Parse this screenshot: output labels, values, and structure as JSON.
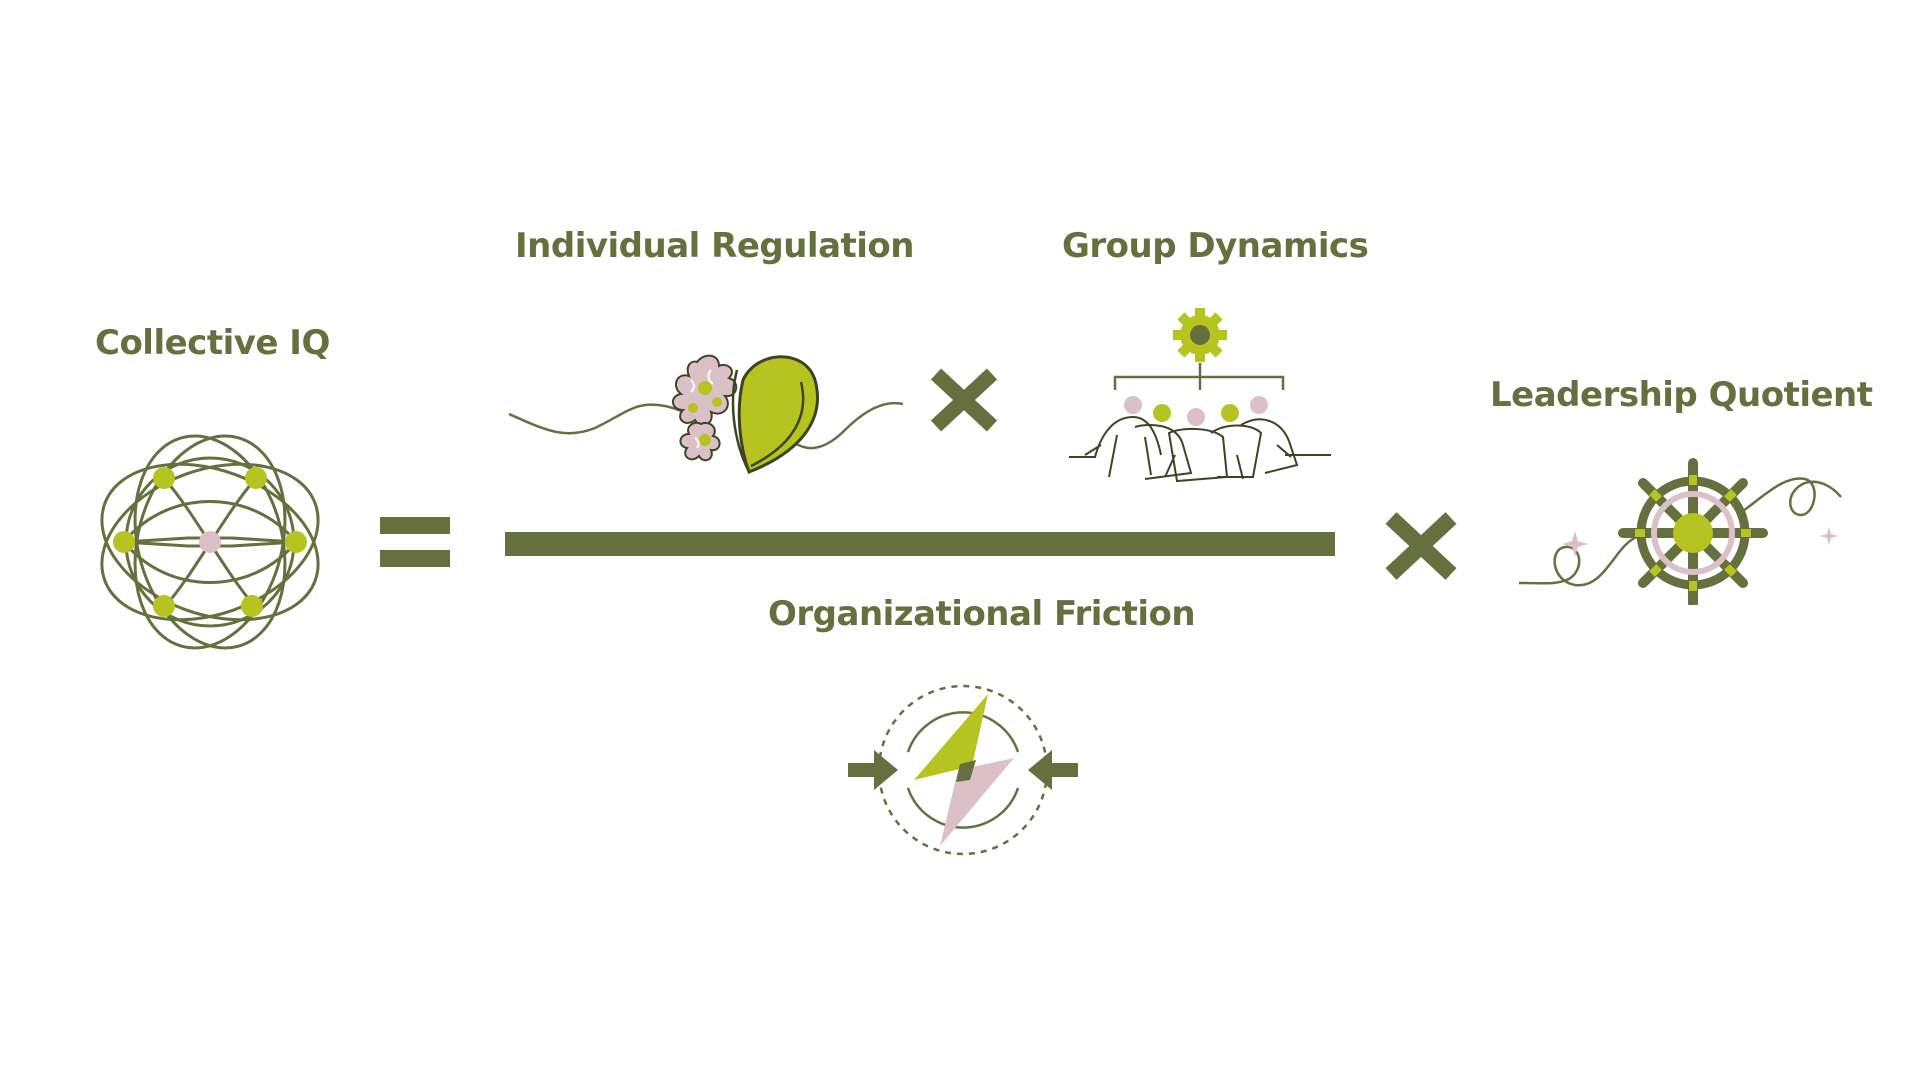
{
  "formula": {
    "result": {
      "label": "Collective IQ",
      "icon": "network-icon"
    },
    "operator_equals": "equals-icon",
    "numerator": [
      {
        "label": "Individual Regulation",
        "icon": "brain-heart-icon"
      },
      {
        "label": "Group Dynamics",
        "icon": "team-gear-icon"
      }
    ],
    "operator_multiply": "multiply-icon",
    "denominator": {
      "label": "Organizational Friction",
      "icon": "lightning-friction-icon"
    },
    "multiplier": {
      "label": "Leadership Quotient",
      "icon": "ship-wheel-icon"
    }
  },
  "colors": {
    "olive": "#66703f",
    "lime": "#b5c421",
    "pink": "#dcc0c8",
    "background": "#ffffff"
  }
}
